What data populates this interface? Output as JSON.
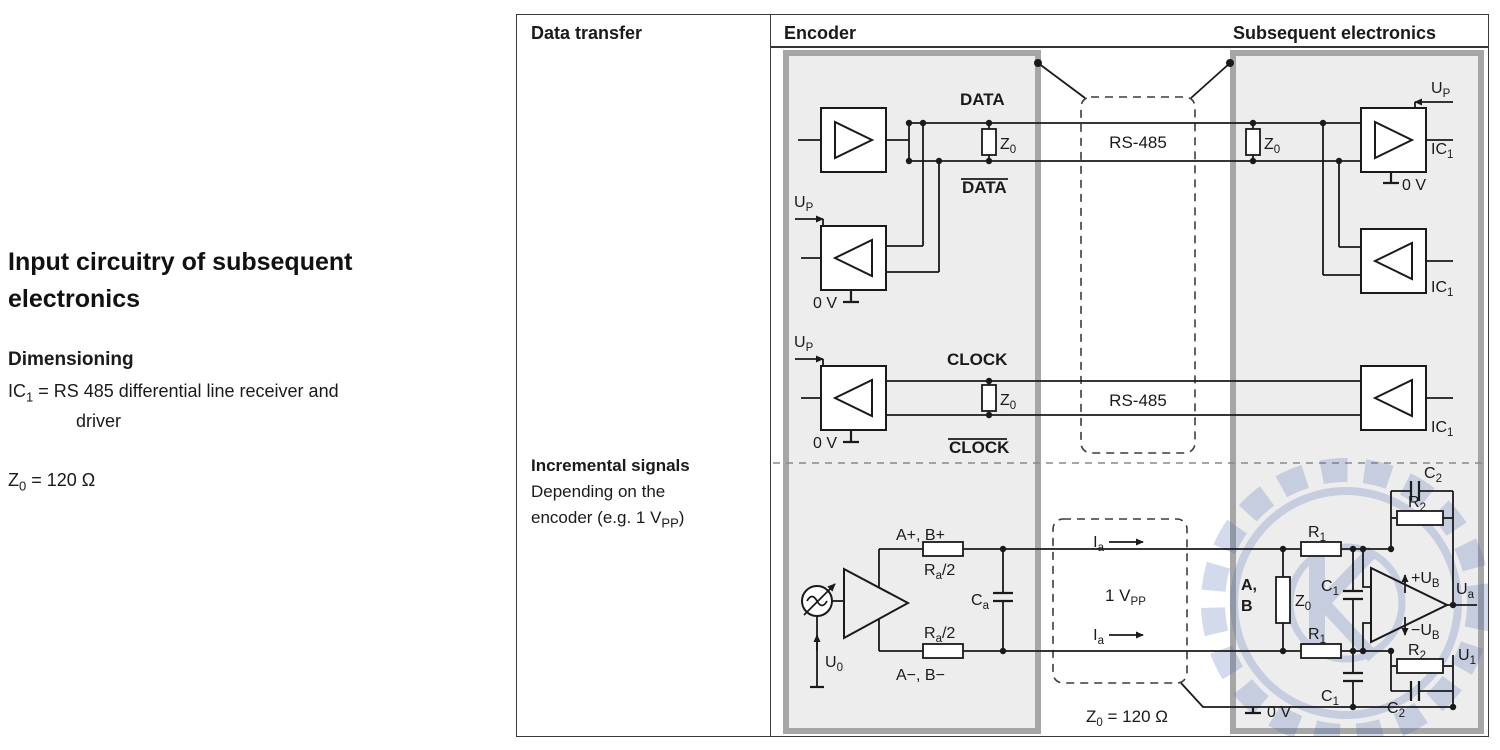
{
  "left_panel": {
    "title_line1": "Input circuitry of subsequent",
    "title_line2": "electronics",
    "dimensioning": "Dimensioning",
    "ic1": {
      "pre": "IC",
      "sub": "1",
      "post": " = RS 485 differential line receiver and",
      "line2": "driver"
    },
    "z0": {
      "pre": "Z",
      "sub": "0",
      "post": " = 120 Ω"
    }
  },
  "table": {
    "col_data_transfer": "Data transfer",
    "col_encoder": "Encoder",
    "col_subsequent": "Subsequent electronics",
    "incremental": {
      "heading": "Incremental signals",
      "line1": "Depending on the",
      "line2_pre": "encoder (e.g. 1 V",
      "line2_sub": "PP",
      "line2_post": ")"
    }
  },
  "diagram": {
    "rs485": "RS-485",
    "data": "DATA",
    "data_inv": "DATA",
    "clock": "CLOCK",
    "clock_inv": "CLOCK",
    "a_plus": "A+, B+",
    "a_minus": "A−, B−",
    "ab_top": "A,",
    "ab_bottom": "B",
    "ov": "0 V",
    "labels": {
      "z0": {
        "b": "Z",
        "s": "0"
      },
      "z0_eq": {
        "b": "Z",
        "s": "0",
        "p": " = 120 Ω"
      },
      "up": {
        "b": "U",
        "s": "P"
      },
      "u0": {
        "b": "U",
        "s": "0"
      },
      "u1": {
        "b": "U",
        "s": "1"
      },
      "ua": {
        "b": "U",
        "s": "a"
      },
      "ub_plus": {
        "b": "+U",
        "s": "B"
      },
      "ub_minus": {
        "b": "−U",
        "s": "B"
      },
      "ic1": {
        "b": "IC",
        "s": "1"
      },
      "r1": {
        "b": "R",
        "s": "1"
      },
      "r2": {
        "b": "R",
        "s": "2"
      },
      "c1": {
        "b": "C",
        "s": "1"
      },
      "c2": {
        "b": "C",
        "s": "2"
      },
      "ca": {
        "b": "C",
        "s": "a"
      },
      "ia": {
        "b": "I",
        "s": "a"
      },
      "ra2": {
        "b": "R",
        "s": "a",
        "p": "/2"
      },
      "vpp": {
        "b": "1 V",
        "s": "PP"
      }
    }
  },
  "colors": {
    "panel_fill": "#ededed",
    "panel_border": "#a6a6a6",
    "line": "#1a1a1a",
    "watermark": "#4a69b2",
    "table_border": "#3a3a3a"
  }
}
